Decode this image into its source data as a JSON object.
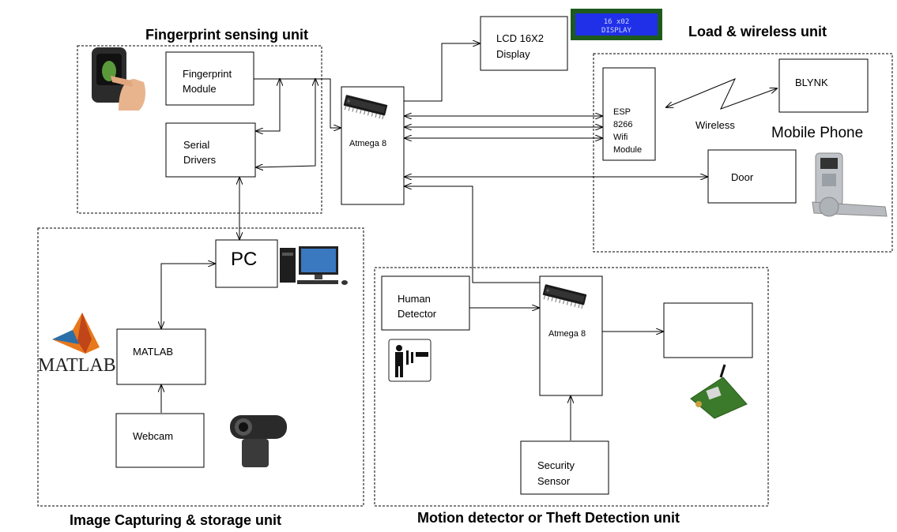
{
  "units": {
    "fingerprint": "Fingerprint sensing unit",
    "load": "Load & wireless unit",
    "image": "Image Capturing & storage unit",
    "motion": "Motion detector or Theft Detection unit"
  },
  "blocks": {
    "fp_module": [
      "Fingerprint",
      "Module"
    ],
    "serial": [
      "Serial",
      "Drivers"
    ],
    "mcu1": "Atmega 8",
    "lcd": [
      "LCD 16X2",
      "Display"
    ],
    "esp": [
      "ESP",
      "8266",
      "Wifi",
      "Module"
    ],
    "blynk": "BLYNK",
    "door": "Door",
    "pc": "PC",
    "matlab": "MATLAB",
    "webcam": "Webcam",
    "human": [
      "Human",
      "Detector"
    ],
    "mcu2": "Atmega 8",
    "sensor": [
      "Security",
      "Sensor"
    ]
  },
  "labels": {
    "wireless": "Wireless",
    "mobile": "Mobile Phone",
    "lcd_screen": [
      "16 x02",
      "DISPLAY"
    ],
    "matlab_logo": "MATLAB"
  },
  "colors": {
    "lcd_blue": "#2030e8",
    "chip": "#1a1a1a",
    "matlab_orange": "#e8781c",
    "gsm_green": "#3a7a2a"
  },
  "icons": [
    "fingerprint-scanner-icon",
    "desktop-computer-icon",
    "matlab-logo-icon",
    "webcam-icon",
    "lcd-display-icon",
    "smart-lock-icon",
    "person-detector-icon",
    "gsm-module-icon",
    "microcontroller-chip-icon"
  ]
}
